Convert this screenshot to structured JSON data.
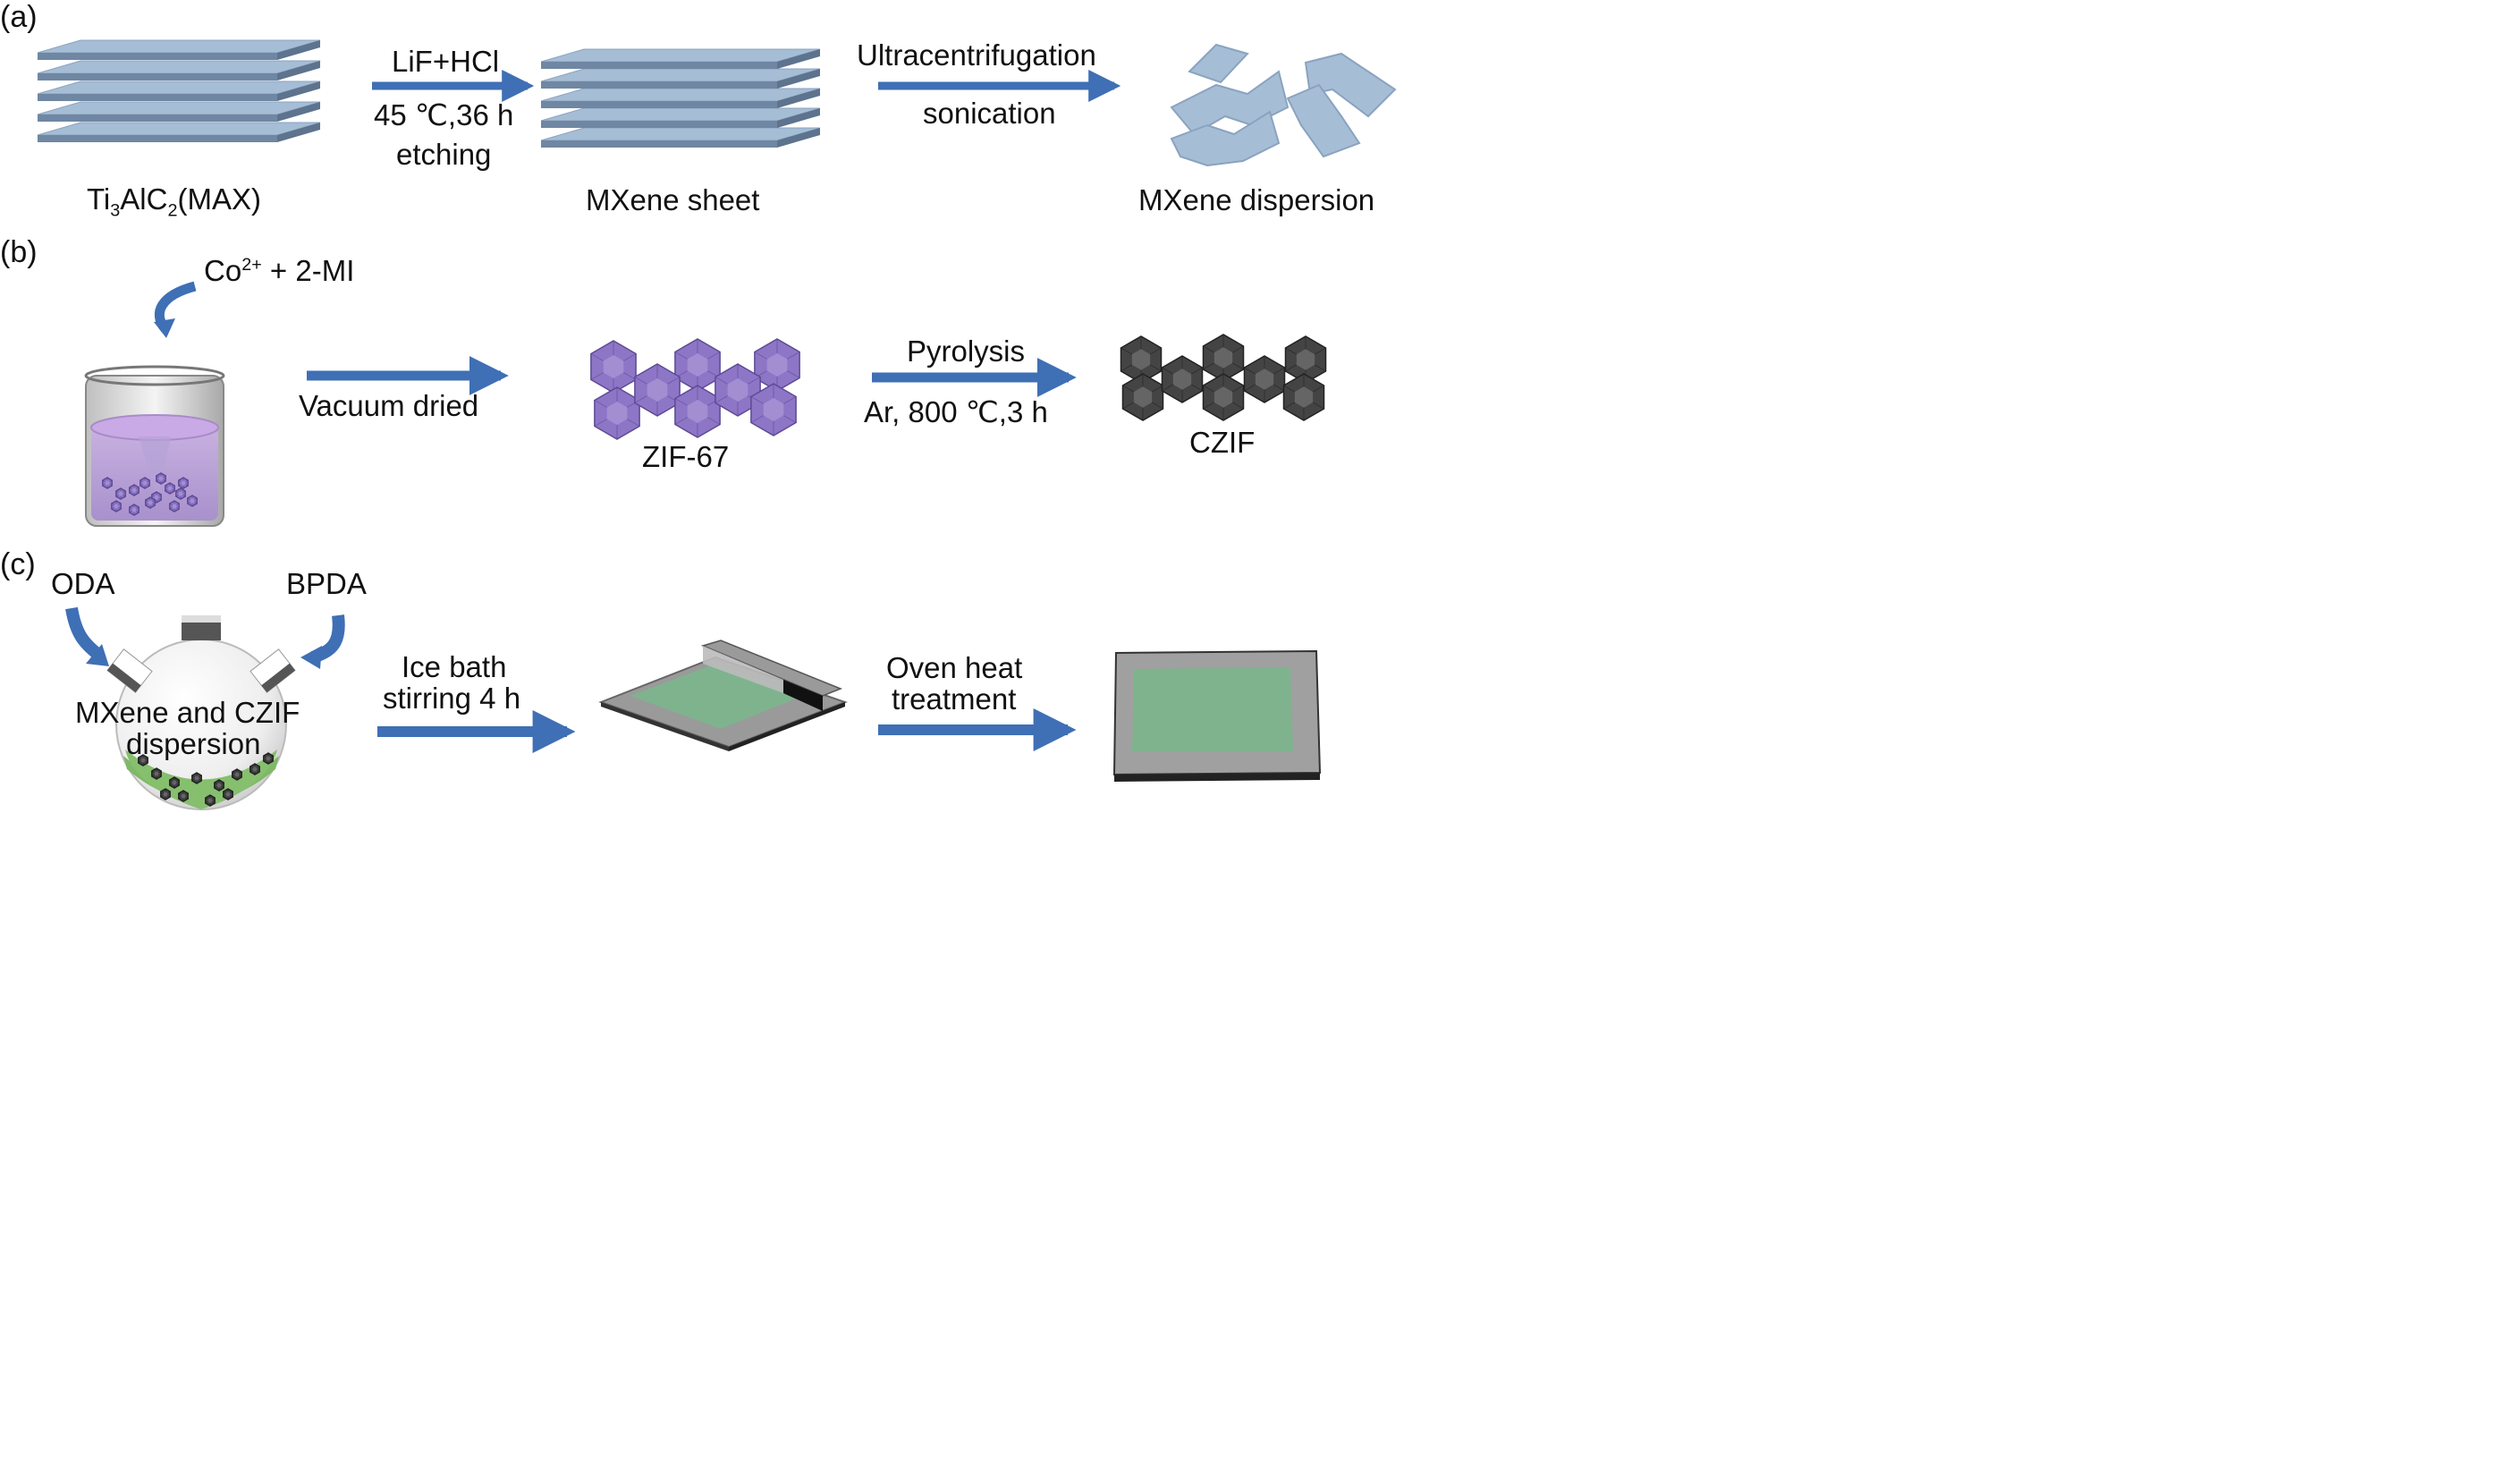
{
  "panel_a": {
    "label": "(a)",
    "max_name_main": "Ti",
    "max_sub1": "3",
    "max_mid": "AlC",
    "max_sub2": "2",
    "max_suffix": "(MAX)",
    "step1_top": "LiF+HCl",
    "step1_line2": "45 ℃,36 h",
    "step1_line3": "etching",
    "mxene_sheet": "MXene sheet",
    "step2_top": "Ultracentrifugation",
    "step2_bottom": "sonication",
    "dispersion": "MXene dispersion"
  },
  "panel_b": {
    "label": "(b)",
    "reagent_co": "Co",
    "reagent_sup": "2+",
    "reagent_rest": " + 2-MI",
    "step1": "Vacuum dried",
    "zif": "ZIF-67",
    "step2_top": "Pyrolysis",
    "step2_bottom": "Ar, 800 ℃,3 h",
    "czif": "CZIF"
  },
  "panel_c": {
    "label": "(c)",
    "oda": "ODA",
    "bpda": "BPDA",
    "flask_line1": "MXene and CZIF",
    "flask_line2": "dispersion",
    "step1_line1": "Ice bath",
    "step1_line2": "stirring 4 h",
    "step2_line1": "Oven heat",
    "step2_line2": "treatment"
  },
  "colors": {
    "arrow": "#3f6fb5",
    "sheet_face": "#a6bdd6",
    "sheet_side": "#6f87a3",
    "zif_purple": "#8e76c7",
    "czif_dark": "#444444",
    "film_green": "#7fb38e",
    "substrate_gray": "#9a9a9a"
  }
}
